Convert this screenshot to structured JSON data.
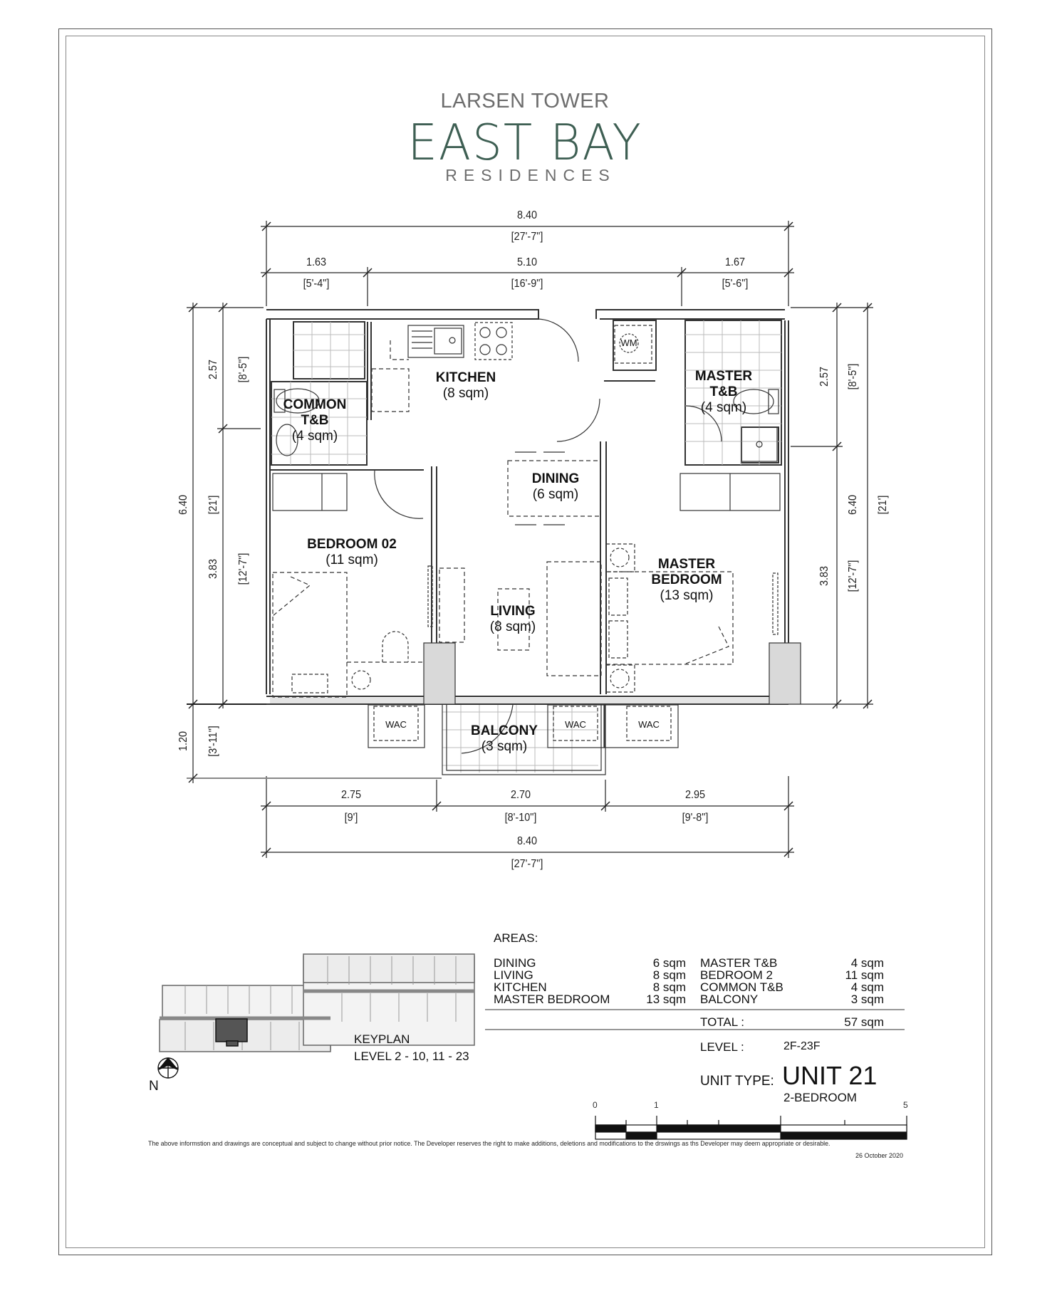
{
  "brand": {
    "tower": "LARSEN TOWER",
    "name": "EAST BAY",
    "residences": "RESIDENCES",
    "color": "#3e5f53"
  },
  "dimensions": {
    "top_total": {
      "m": "8.40",
      "ft": "[27'-7\"]"
    },
    "top_segments": [
      {
        "m": "1.63",
        "ft": "[5'-4\"]"
      },
      {
        "m": "5.10",
        "ft": "[16'-9\"]"
      },
      {
        "m": "1.67",
        "ft": "[5'-6\"]"
      }
    ],
    "bottom_segments": [
      {
        "m": "2.75",
        "ft": "[9']"
      },
      {
        "m": "2.70",
        "ft": "[8'-10\"]"
      },
      {
        "m": "2.95",
        "ft": "[9'-8\"]"
      }
    ],
    "bottom_total": {
      "m": "8.40",
      "ft": "[27'-7\"]"
    },
    "left": {
      "total": {
        "m": "6.40",
        "ft": "[21']"
      },
      "upper": {
        "m": "2.57",
        "ft": "[8'-5\"]"
      },
      "lower": {
        "m": "3.83",
        "ft": "[12'-7\"]"
      },
      "balcony": {
        "m": "1.20",
        "ft": "[3'-11\"]"
      }
    },
    "right": {
      "total": {
        "m": "6.40",
        "ft": "[21']"
      },
      "upper": {
        "m": "2.57",
        "ft": "[8'-5\"]"
      },
      "lower": {
        "m": "3.83",
        "ft": "[12'-7\"]"
      }
    }
  },
  "rooms": {
    "kitchen": {
      "name": "KITCHEN",
      "area": "(8 sqm)"
    },
    "common_tb": {
      "name1": "COMMON",
      "name2": "T&B",
      "area": "(4 sqm)"
    },
    "master_tb": {
      "name1": "MASTER",
      "name2": "T&B",
      "area": "(4 sqm)"
    },
    "dining": {
      "name": "DINING",
      "area": "(6 sqm)"
    },
    "bedroom2": {
      "name": "BEDROOM 02",
      "area": "(11 sqm)"
    },
    "living": {
      "name": "LIVING",
      "area": "(8 sqm)"
    },
    "master_bedroom": {
      "name1": "MASTER",
      "name2": "BEDROOM",
      "area": "(13 sqm)"
    },
    "balcony": {
      "name": "BALCONY",
      "area": "(3 sqm)"
    },
    "wm_label": "WM",
    "wac_labels": [
      "WAC",
      "WAC",
      "WAC"
    ]
  },
  "areas": {
    "title": "AREAS:",
    "left_col": [
      {
        "name": "DINING",
        "value": "6 sqm"
      },
      {
        "name": "LIVING",
        "value": "8 sqm"
      },
      {
        "name": "KITCHEN",
        "value": "8 sqm"
      },
      {
        "name": "MASTER BEDROOM",
        "value": "13 sqm"
      }
    ],
    "right_col": [
      {
        "name": "MASTER T&B",
        "value": "4 sqm"
      },
      {
        "name": "BEDROOM 2",
        "value": "11 sqm"
      },
      {
        "name": "COMMON T&B",
        "value": "4 sqm"
      },
      {
        "name": "BALCONY",
        "value": "3 sqm"
      }
    ],
    "total_label": "TOTAL :",
    "total_value": "57 sqm",
    "level_label": "LEVEL :",
    "level_value": "2F-23F",
    "unit_type_label": "UNIT TYPE:",
    "unit_type_value": "UNIT 21",
    "unit_subtype": "2-BEDROOM"
  },
  "keyplan": {
    "title": "KEYPLAN",
    "levels": "LEVEL 2 - 10, 11 - 23",
    "north": "N"
  },
  "scale_bar": {
    "labels": [
      "0",
      "1",
      "5"
    ]
  },
  "footer": {
    "disclaimer": "The above informstion and drawings are conceptual and subject to change without prior notice. The Developer reserves the right to make additions, deletions and modifications to the drswings as ths Developer may deem appropriate or desirable.",
    "date": "26 October 2020"
  }
}
